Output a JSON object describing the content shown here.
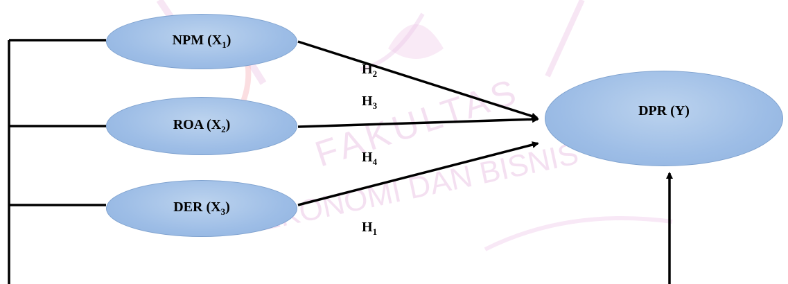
{
  "nodes": {
    "npm": {
      "text": "NPM (X",
      "sub": "1",
      "close": ")"
    },
    "roa": {
      "text": "ROA (X",
      "sub": "2",
      "close": ")"
    },
    "der": {
      "text": "DER (X",
      "sub": "3",
      "close": ")"
    },
    "dpr": {
      "text": "DPR (Y)"
    }
  },
  "hypotheses": {
    "h1": {
      "text": "H",
      "sub": "1"
    },
    "h2": {
      "text": "H",
      "sub": "2"
    },
    "h3": {
      "text": "H",
      "sub": "3"
    },
    "h4": {
      "text": "H",
      "sub": "4"
    }
  },
  "watermark": {
    "line1": "FAKULTAS",
    "line2": "EKONOMI DAN BISNIS"
  },
  "colors": {
    "node_fill": "#9dbde6",
    "node_border": "#7fa2cf",
    "watermark": "#e9b8e3",
    "line": "#000000"
  }
}
